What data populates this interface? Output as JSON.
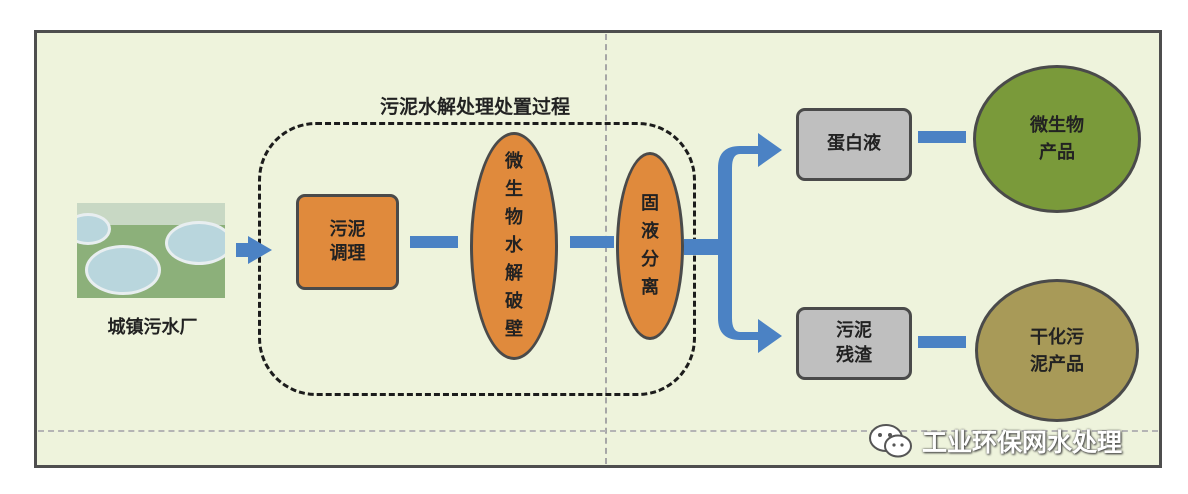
{
  "diagram": {
    "group_title": "污泥水解处理处置过程",
    "source_label": "城镇污水厂",
    "nodes": {
      "sludge_conditioning": "污泥调理",
      "microbial_hydrolysis": "微生物水解破壁",
      "solid_liquid_separation": "固液分离",
      "protein_liquid": "蛋白液",
      "sludge_residue": "污泥残渣",
      "microbial_product": "微生物产品",
      "dried_sludge_product": "干化污泥产品"
    },
    "colors": {
      "process_fill": "#e08a3c",
      "output_fill": "#bfbfbf",
      "microbial_product_fill": "#7a9a3a",
      "dried_product_fill": "#a89a58",
      "connector": "#4b82c4",
      "background": "#eef3dc"
    }
  },
  "watermark": {
    "icon": "wechat-icon",
    "text": "工业环保网水处理"
  }
}
